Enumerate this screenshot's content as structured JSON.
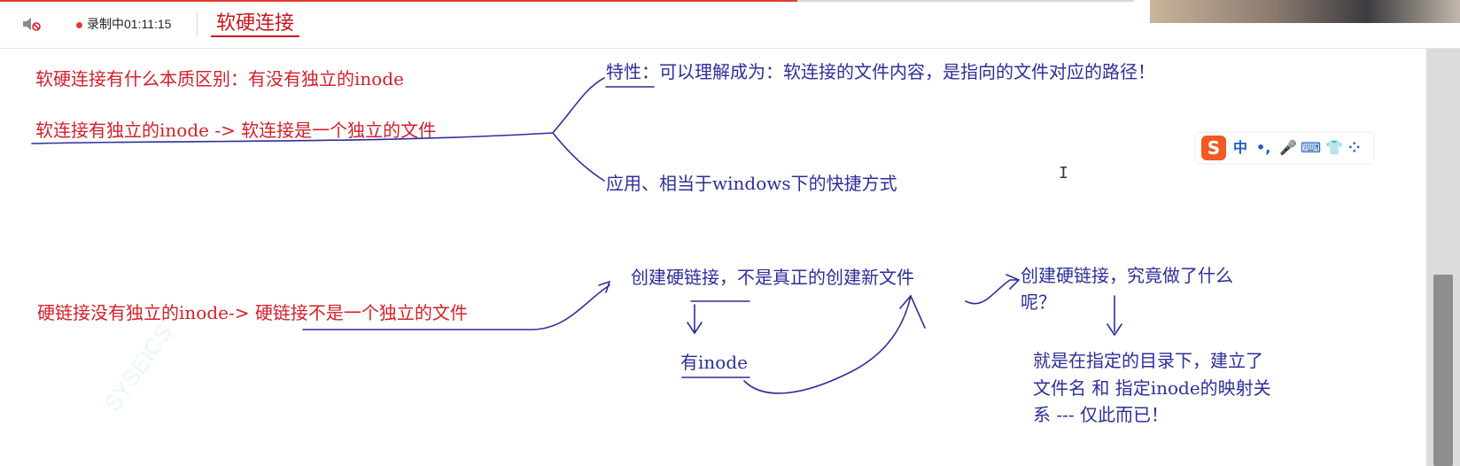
{
  "toolbar": {
    "speaker_icon": "speaker-muted-icon",
    "record_status": "录制中01:11:15",
    "title": "软硬连接"
  },
  "board": {
    "soft": {
      "line1": "软硬连接有什么本质区别：有没有独立的inode",
      "line2": "软连接有独立的inode -> 软连接是一个独立的文件",
      "feature": "特性：可以理解成为：软连接的文件内容，是指向的文件对应的路径！",
      "application": "应用、相当于windows下的快捷方式"
    },
    "hard": {
      "line1": "硬链接没有独立的inode-> 硬链接不是一个独立的文件",
      "create": "创建硬链接，不是真正的创建新文件",
      "has_inode": "有inode",
      "question_l1": "创建硬链接，究竟做了什么",
      "question_l2": "呢？",
      "answer_l1": "就是在指定的目录下，建立了",
      "answer_l2": "文件名 和  指定inode的映射关",
      "answer_l3": "系  --- 仅此而已！"
    }
  },
  "ime_toolbar": {
    "logo": "S",
    "mode": "中",
    "icons": [
      "punctuation-icon",
      "microphone-icon",
      "keyboard-icon",
      "skin-icon",
      "apps-icon"
    ]
  },
  "watermark": "SYSEICS",
  "colors": {
    "accent_red": "#d3202a",
    "ink_blue": "#2d2f9a",
    "ime_orange": "#f15a22"
  }
}
